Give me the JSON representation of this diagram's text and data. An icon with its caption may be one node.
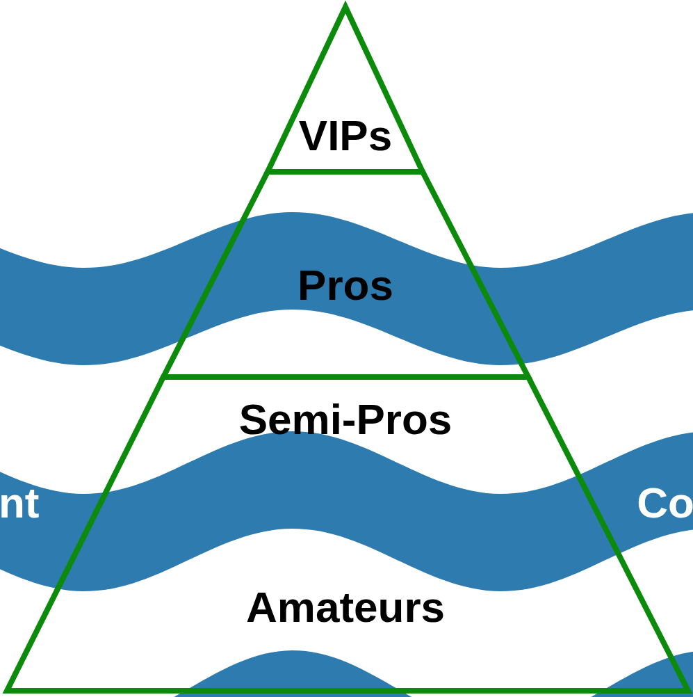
{
  "diagram": {
    "nodes": [
      {
        "text": [
          "VIPs"
        ]
      },
      {
        "text": [
          "Pros"
        ]
      },
      {
        "text": [
          "Semi-Pros",
          "Amateurs"
        ]
      }
    ],
    "labels": [
      "nt",
      "Co"
    ]
  }
}
